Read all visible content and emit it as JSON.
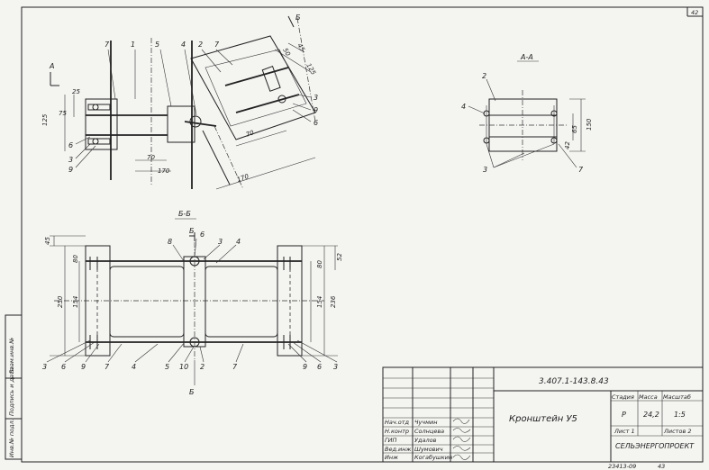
{
  "sheet_number": "42",
  "views": {
    "view_a_label": "А",
    "view_aa_title": "А-А",
    "section_bb_title": "Б-Б",
    "section_b_mark": "Б"
  },
  "left_view": {
    "parts": [
      "7",
      "1",
      "5",
      "4",
      "2",
      "7",
      "3",
      "9",
      "6",
      "6",
      "3",
      "9"
    ],
    "dims": [
      "25",
      "75",
      "125",
      "70",
      "170",
      "70",
      "170",
      "50",
      "125",
      "45"
    ]
  },
  "aa_view": {
    "parts": [
      "2",
      "4",
      "3",
      "7"
    ],
    "dims": [
      "150",
      "65",
      "42"
    ]
  },
  "bb_view": {
    "parts_top": [
      "8",
      "6",
      "3",
      "4"
    ],
    "parts_bottom": [
      "3",
      "6",
      "9",
      "7",
      "4",
      "5",
      "10",
      "2",
      "7",
      "9",
      "6",
      "3"
    ],
    "dims_left": [
      "45",
      "80",
      "154",
      "250"
    ],
    "dims_right": [
      "52",
      "80",
      "154",
      "236"
    ]
  },
  "side_stamp": [
    "Инв.№ подл.",
    "Подпись и дата",
    "Взам.инв.№"
  ],
  "title_block": {
    "doc_code": "3.407.1-143.8.43",
    "title": "Кронштейн У5",
    "stage_header": "Стадия",
    "mass_header": "Масса",
    "scale_header": "Масштаб",
    "stage": "Р",
    "mass": "24,2",
    "scale": "1:5",
    "sheet": "Лист 1",
    "sheets": "Листов 2",
    "organization": "СЕЛЬЭНЕРГОПРОЕКТ",
    "signatures": [
      {
        "role": "Нач.отд",
        "name": "Чучмин"
      },
      {
        "role": "Н.контр",
        "name": "Солнцева"
      },
      {
        "role": "ГИП",
        "name": "Удалов"
      },
      {
        "role": "Вед.инж",
        "name": "Шумович"
      },
      {
        "role": "Инж",
        "name": "Когабушкин"
      }
    ]
  },
  "footer": {
    "archive": "23413-09",
    "page": "43"
  }
}
